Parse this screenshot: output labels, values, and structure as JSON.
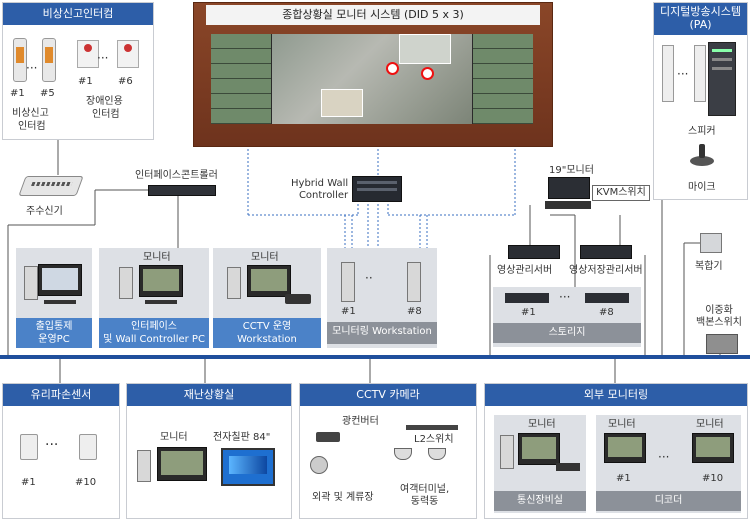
{
  "colors": {
    "header_blue": "#2d5ea8",
    "label_blue": "#4b82c8",
    "label_gray": "#8c9199",
    "bus_blue": "#1f4f9c",
    "wall_wood": "#7b3b22"
  },
  "emergency": {
    "title": "비상신고인터컴",
    "num1": "#1",
    "num5": "#5",
    "num1b": "#1",
    "num6": "#6",
    "label_a1": "비상신고",
    "label_a2": "인터컴",
    "label_b1": "장애인용",
    "label_b2": "인터컴"
  },
  "wall": {
    "title": "종합상황실 모니터 시스템 (DID 5 x 3)"
  },
  "pa": {
    "title1": "디지털방송시스템",
    "title2": "(PA)",
    "speaker": "스피커",
    "mic": "마이크"
  },
  "master": {
    "label": "주수신기"
  },
  "interface_ctrl": {
    "label": "인터페이스콘트롤러"
  },
  "hwc": {
    "label1": "Hybrid Wall",
    "label2": "Controller"
  },
  "monitor19": {
    "label": "19\"모니터",
    "kvm": "KVM스위치"
  },
  "panels": {
    "access": {
      "line1": "출입통제",
      "line2": "운영PC"
    },
    "iface_pc": {
      "monitor": "모니터",
      "line1": "인터페이스",
      "line2": "및 Wall Controller PC"
    },
    "cctv_ws": {
      "monitor": "모니터",
      "line1": "CCTV 운영",
      "line2": "Workstation"
    },
    "mon_ws": {
      "label": "모니터링 Workstation",
      "num1": "#1",
      "num8": "#8",
      "dots": "··"
    }
  },
  "servers": {
    "video_mgmt": "영상관리서버",
    "video_store": "영상저장관리서버",
    "storage": "스토리지",
    "num1": "#1",
    "num8": "#8",
    "dots": "···"
  },
  "fax": {
    "label": "복합기"
  },
  "backbone": {
    "line1": "이중화",
    "line2": "백본스위치"
  },
  "glass": {
    "title": "유리파손센서",
    "num1": "#1",
    "num10": "#10",
    "dots": "···"
  },
  "disaster": {
    "title": "재난상황실",
    "monitor": "모니터",
    "board": "전자칠판 84\""
  },
  "cctv": {
    "title": "CCTV 카메라",
    "converter": "광컨버터",
    "l2": "L2스위치",
    "outer1": "외곽 및 계류장",
    "terminal1": "여객터미널,",
    "terminal2": "동력동"
  },
  "external": {
    "title": "외부 모니터링",
    "monitor_a": "모니터",
    "monitor_b": "모니터",
    "monitor_c": "모니터",
    "comm": "통신장비실",
    "decoder": "디코더",
    "num1": "#1",
    "num10": "#10",
    "dots": "···"
  }
}
